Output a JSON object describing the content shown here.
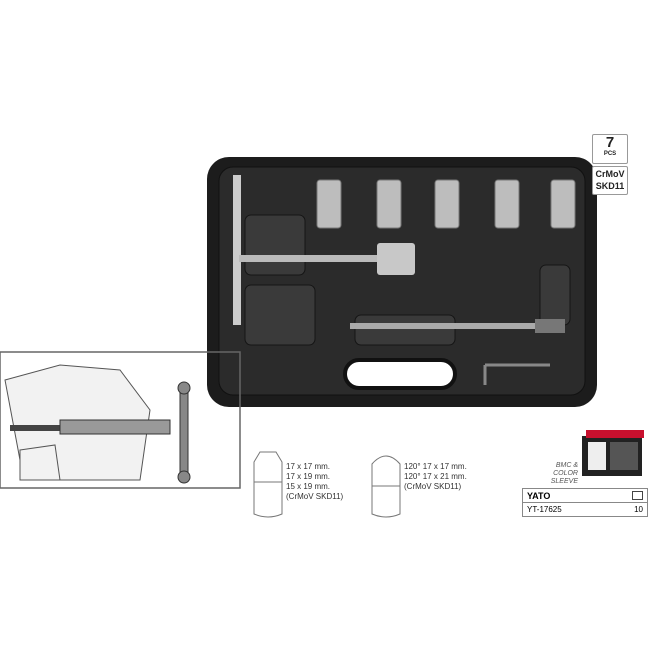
{
  "badges": {
    "count": "7",
    "count_unit": "PCS",
    "material": "CrMoV SKD11"
  },
  "specs": {
    "left": [
      "17 x 17 mm.",
      "17 x 19 mm.",
      "15 x 19 mm.",
      "(CrMoV SKD11)"
    ],
    "right": [
      "120° 17 x 17 mm.",
      "120° 17 x 21 mm.",
      "(CrMoV SKD11)"
    ]
  },
  "packaging": {
    "label": "BMC & COLOR SLEEVE"
  },
  "table": {
    "brand": "YATO",
    "code": "YT-17625",
    "box_icon": "box-icon",
    "quantity": "10"
  },
  "colors": {
    "case": "#1c1c1c",
    "tray": "#2a2a2a",
    "brand": "#c8102e"
  }
}
